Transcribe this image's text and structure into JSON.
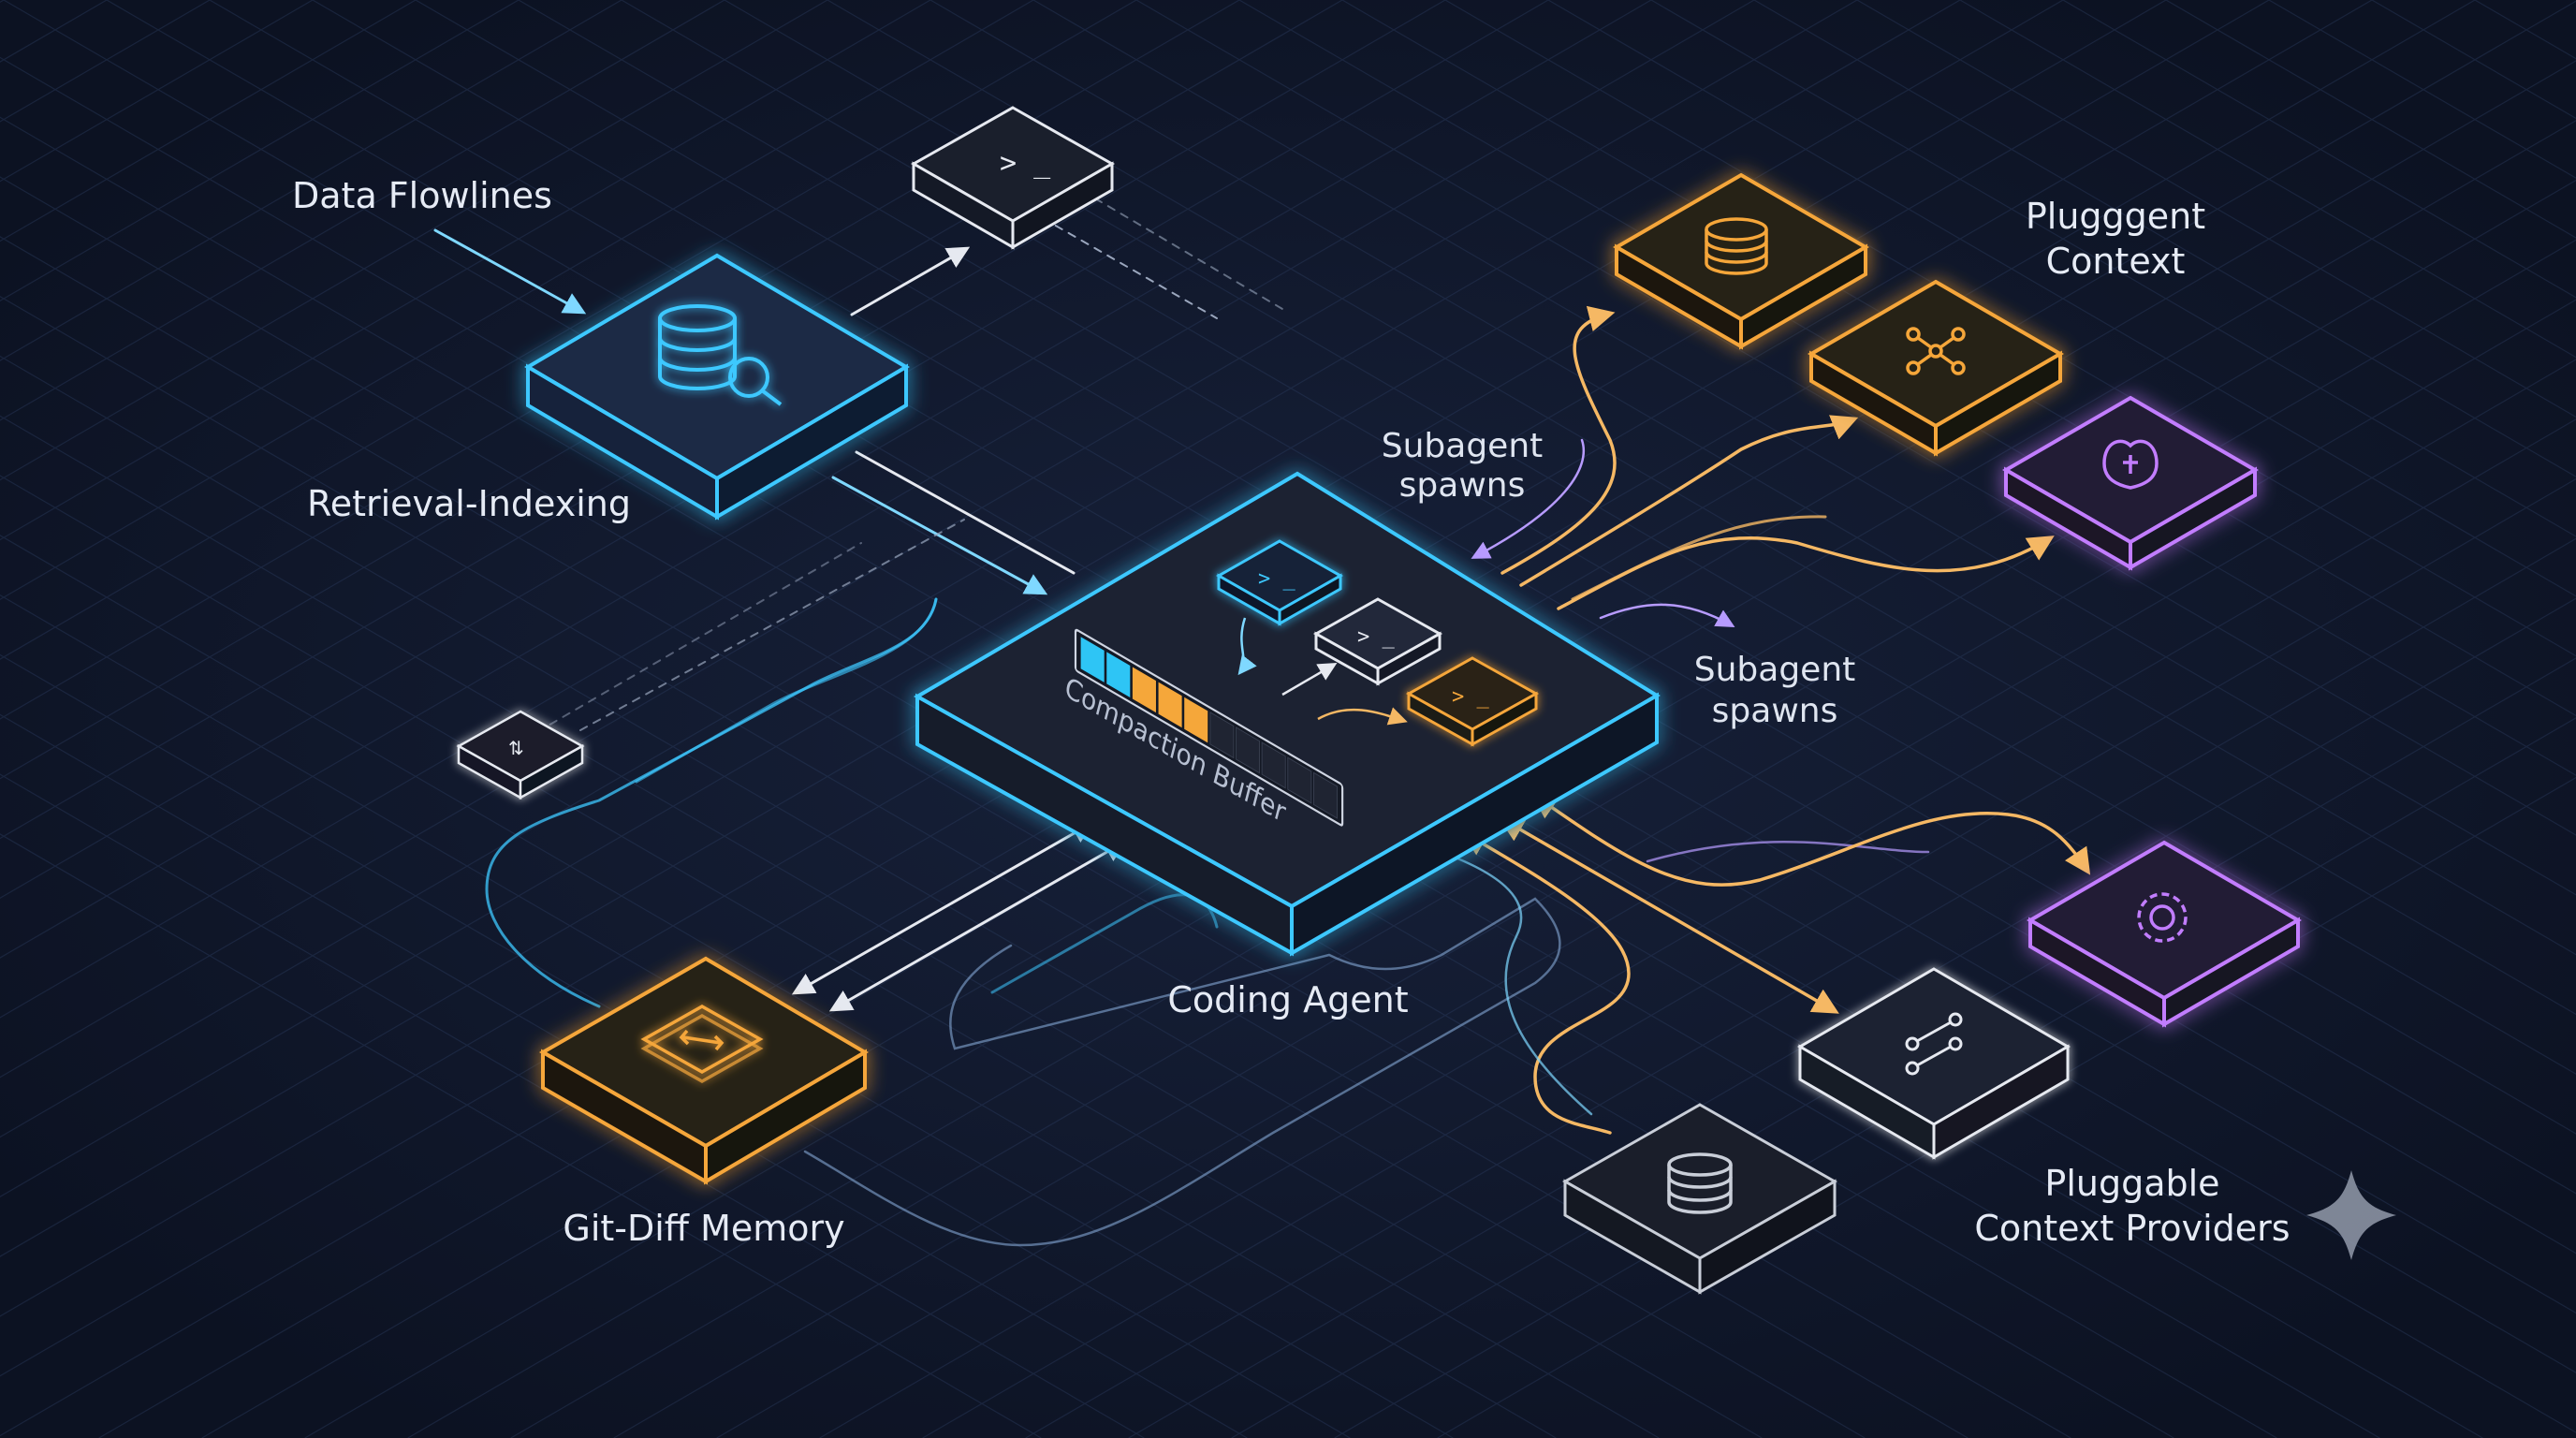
{
  "labels": {
    "data_flowlines": "Data Flowlines",
    "retrieval_indexing": "Retrieval-Indexing",
    "plugggent_context_line1": "Plugggent",
    "plugggent_context_line2": "Context",
    "subagent_spawns_top_line1": "Subagent",
    "subagent_spawns_top_line2": "spawns",
    "subagent_spawns_right_line1": "Subagent",
    "subagent_spawns_right_line2": "spawns",
    "coding_agent": "Coding Agent",
    "git_diff_memory": "Git-Diff Memory",
    "pluggable_providers_line1": "Pluggable",
    "pluggable_providers_line2": "Context Providers",
    "compaction_buffer": "Compaction Buffer"
  },
  "terminal_prompt": "> _",
  "compaction_buffer_state": {
    "total_cells": 10,
    "filled": [
      {
        "count": 2,
        "color": "#2ec5f5"
      },
      {
        "count": 3,
        "color": "#f5a73a"
      }
    ],
    "empty_color": "#1f2432"
  },
  "colors": {
    "background": "#0f1628",
    "cyan": "#3ec8ff",
    "orange": "#f5a63a",
    "purple": "#c27dff",
    "white_outline": "#e6e9f0",
    "gray_outline": "#c9ced8"
  },
  "icons": {
    "retrieval": "database-search-icon",
    "terminal": "terminal-icon",
    "git_diff": "code-diff-icon",
    "db_stack": "database-icon",
    "network": "network-nodes-icon",
    "plugin": "plugin-icon",
    "gear": "gear-icon",
    "branch": "branch-icon",
    "sparkle": "sparkle-icon"
  }
}
